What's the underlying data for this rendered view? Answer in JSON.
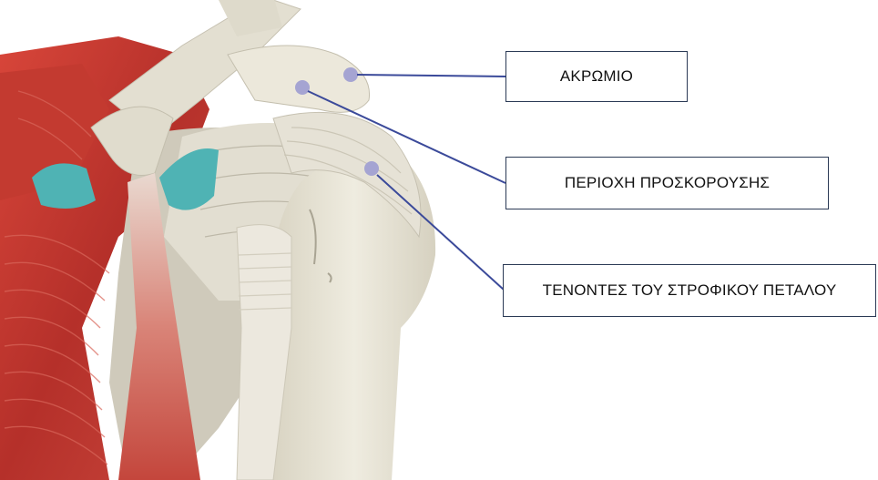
{
  "labels": {
    "acromion": "ΑΚΡΩΜΙΟ",
    "impingement_area": "ΠΕΡΙΟΧΗ ΠΡΟΣΚΟΡΟΥΣΗΣ",
    "rotator_cuff_tendons": "ΤΕΝΟΝΤΕΣ ΤΟΥ ΣΤΡΟΦΙΚΟΥ ΠΕΤΑΛΟΥ"
  },
  "colors": {
    "leader_line": "#3b4a9a",
    "marker_dot": "#9d9ccf",
    "box_border": "#2b3a55",
    "bone": "#e8e4d6",
    "muscle": "#c4382e",
    "cartilage": "#4fb3b4"
  }
}
